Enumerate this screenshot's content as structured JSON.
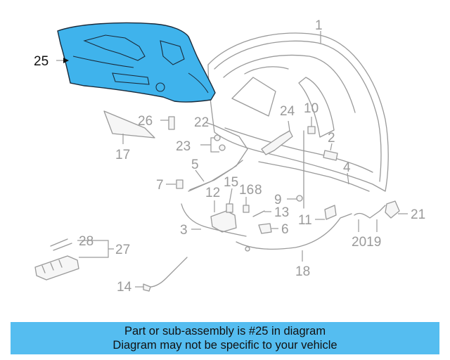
{
  "diagram": {
    "highlight_color": "#3fb3ec",
    "highlighted_part": "25",
    "callouts": {
      "c1": "1",
      "c2": "2",
      "c3": "3",
      "c4": "4",
      "c5": "5",
      "c6": "6",
      "c7": "7",
      "c8": "8",
      "c9": "9",
      "c10": "10",
      "c11": "11",
      "c12": "12",
      "c13": "13",
      "c14": "14",
      "c15": "15",
      "c16": "16",
      "c17": "17",
      "c18": "18",
      "c2019": "2019",
      "c21": "21",
      "c22": "22",
      "c23": "23",
      "c24": "24",
      "c25": "25",
      "c26": "26",
      "c27": "27",
      "c28": "28"
    }
  },
  "banner": {
    "color": "#55bdf0",
    "line1": "Part or sub-assembly is #25 in diagram",
    "line2": "Diagram may not be specific to your vehicle"
  }
}
